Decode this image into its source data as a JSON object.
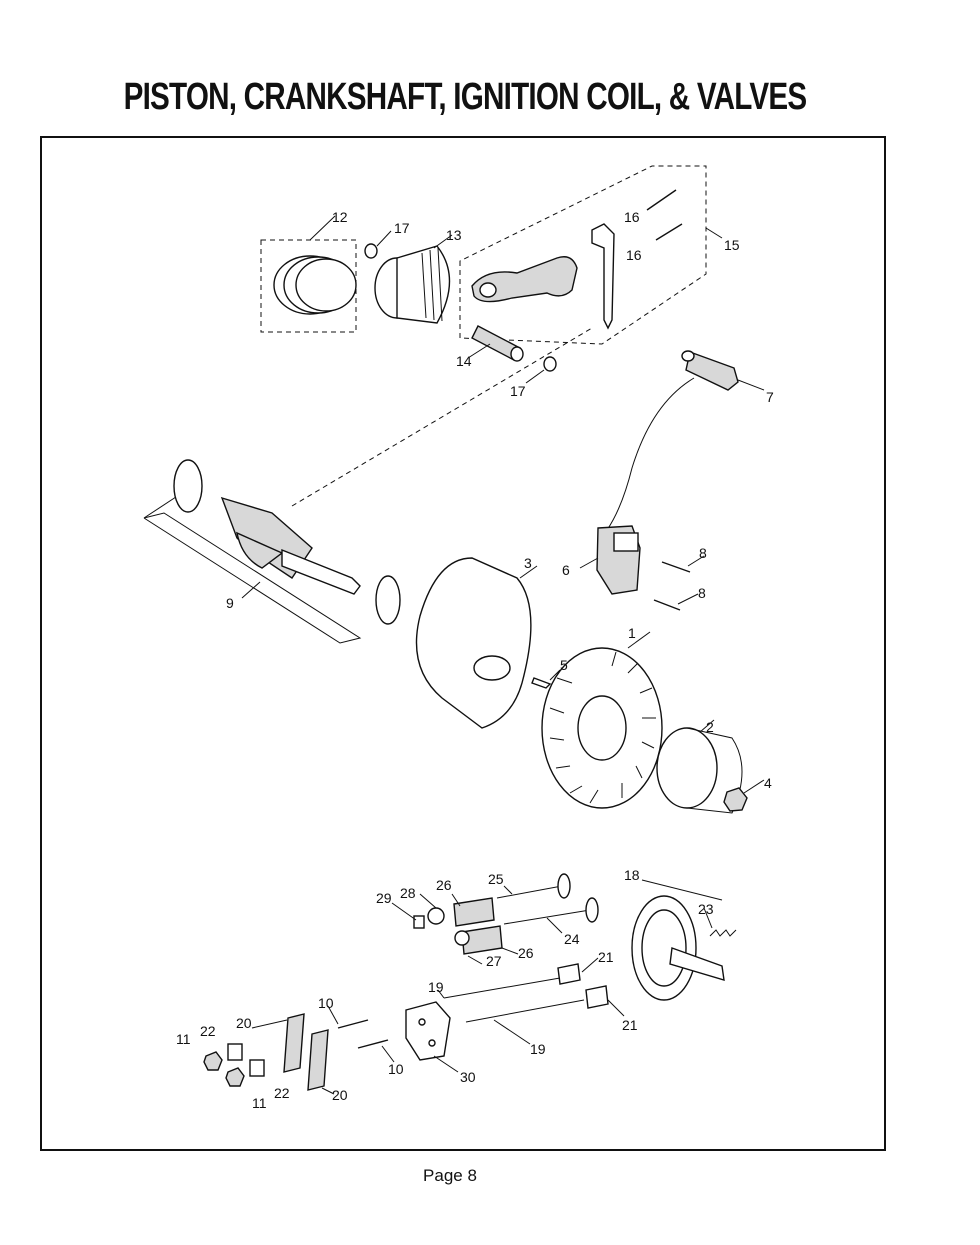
{
  "title": "PISTON, CRANKSHAFT, IGNITION COIL, & VALVES",
  "page_label": "Page 8",
  "callouts": {
    "c1": "1",
    "c2": "2",
    "c3": "3",
    "c4": "4",
    "c5": "5",
    "c6": "6",
    "c7": "7",
    "c8a": "8",
    "c8b": "8",
    "c9": "9",
    "c10a": "10",
    "c10b": "10",
    "c11a": "11",
    "c11b": "11",
    "c12": "12",
    "c13": "13",
    "c14": "14",
    "c15": "15",
    "c16a": "16",
    "c16b": "16",
    "c17a": "17",
    "c17b": "17",
    "c18": "18",
    "c19a": "19",
    "c19b": "19",
    "c20a": "20",
    "c20b": "20",
    "c21a": "21",
    "c21b": "21",
    "c22a": "22",
    "c22b": "22",
    "c23": "23",
    "c24": "24",
    "c25": "25",
    "c26a": "26",
    "c26b": "26",
    "c27": "27",
    "c28": "28",
    "c29": "29",
    "c30": "30"
  }
}
